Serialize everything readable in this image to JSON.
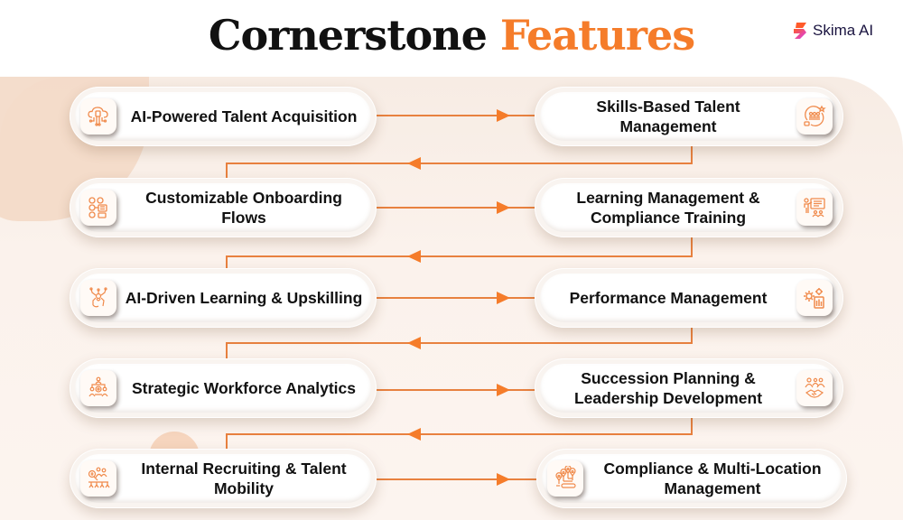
{
  "header": {
    "title_main": "Cornerstone",
    "title_accent": "Features",
    "brand_name": "Skima AI",
    "brand_icon": "skima-logo-icon"
  },
  "colors": {
    "accent": "#f57c2a",
    "text": "#111111",
    "panel_bg": "#fbf2ec",
    "brand_text": "#1a1440"
  },
  "features": [
    {
      "label": "AI-Powered Talent Acquisition",
      "icon": "cloud-circuit-icon",
      "side": "left",
      "row": 1
    },
    {
      "label": "Skills-Based Talent Management",
      "icon": "team-star-icon",
      "side": "right",
      "row": 1
    },
    {
      "label": "Customizable Onboarding Flows",
      "icon": "onboarding-flow-icon",
      "side": "left",
      "row": 2
    },
    {
      "label": "Learning Management & Compliance Training",
      "icon": "training-presentation-icon",
      "side": "right",
      "row": 2
    },
    {
      "label": "AI-Driven Learning & Upskilling",
      "icon": "ai-brain-icon",
      "side": "left",
      "row": 3
    },
    {
      "label": "Performance Management",
      "icon": "gears-chart-icon",
      "side": "right",
      "row": 3
    },
    {
      "label": "Strategic Workforce Analytics",
      "icon": "workforce-target-icon",
      "side": "left",
      "row": 4
    },
    {
      "label": "Succession Planning & Leadership Development",
      "icon": "handshake-team-icon",
      "side": "right",
      "row": 4
    },
    {
      "label": "Internal Recruiting & Talent Mobility",
      "icon": "recruiting-mobility-icon",
      "side": "left",
      "row": 5
    },
    {
      "label": "Compliance & Multi-Location Management",
      "icon": "location-pins-icon",
      "side": "right",
      "row": 5
    }
  ],
  "flow": "zigzag: left → right on each row, then right back to left of next row"
}
